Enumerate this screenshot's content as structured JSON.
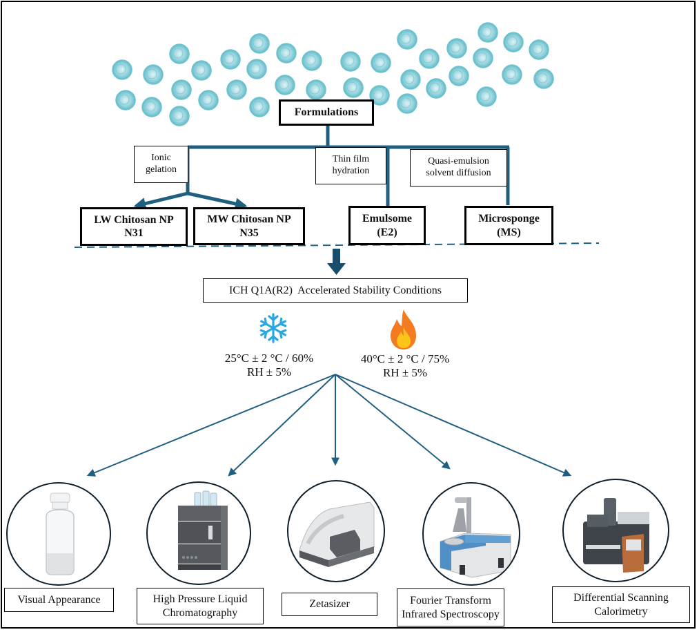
{
  "title": "Formulations",
  "methods": [
    {
      "label": "Ionic gelation"
    },
    {
      "label": "Thin film hydration"
    },
    {
      "label": "Quasi-emulsion solvent diffusion"
    }
  ],
  "products": [
    {
      "line1": "LW Chitosan NP",
      "line2": "N31"
    },
    {
      "line1": "MW Chitosan NP",
      "line2": "N35"
    },
    {
      "line1": "Emulsome",
      "line2": "(E2)"
    },
    {
      "line1": "Microsponge",
      "line2": "(MS)"
    }
  ],
  "stability": {
    "label": "ICH Q1A(R2)  Accelerated Stability Conditions",
    "conditions": [
      {
        "icon": "snowflake-icon",
        "line1": "25°C ± 2 °C / 60%",
        "line2": "RH ± 5%"
      },
      {
        "icon": "flame-icon",
        "line1": "40°C ± 2 °C / 75%",
        "line2": "RH ± 5%"
      }
    ]
  },
  "analyses": [
    {
      "icon": "vial-icon",
      "line1": "Visual Appearance",
      "line2": ""
    },
    {
      "icon": "hplc-instrument-icon",
      "line1": "High Pressure Liquid",
      "line2": "Chromatography"
    },
    {
      "icon": "zetasizer-icon",
      "line1": "Zetasizer",
      "line2": ""
    },
    {
      "icon": "ftir-instrument-icon",
      "line1": "Fourier Transform",
      "line2": "Infrared Spectroscopy"
    },
    {
      "icon": "dsc-instrument-icon",
      "line1": "Differential Scanning",
      "line2": "Calorimetry"
    }
  ],
  "colors": {
    "connector": "#1f5f80",
    "particle": "#6cc3cf"
  }
}
